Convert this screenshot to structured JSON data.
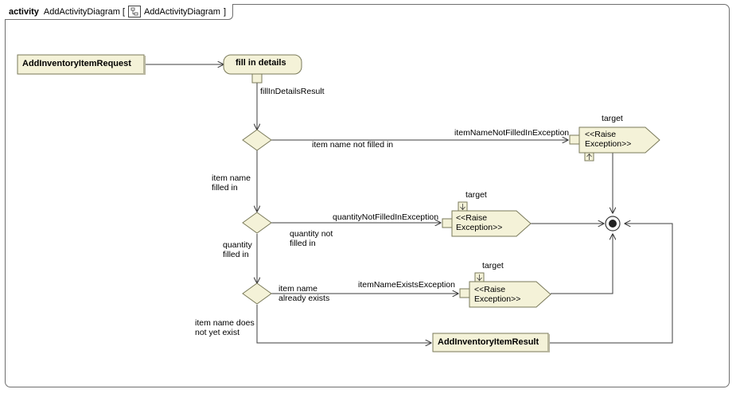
{
  "frame": {
    "keyword": "activity",
    "name": "AddActivityDiagram",
    "open": "[",
    "ref": "AddActivityDiagram",
    "close": "]"
  },
  "nodes": {
    "start_param": "AddInventoryItemRequest",
    "fill_action": "fill in details",
    "result_param": "AddInventoryItemResult",
    "raise1_line1": "<<Raise",
    "raise1_line2": "Exception>>",
    "raise2_line1": "<<Raise",
    "raise2_line2": "Exception>>",
    "raise3_line1": "<<Raise",
    "raise3_line2": "Exception>>"
  },
  "labels": {
    "fill_result": "fillInDetailsResult",
    "target1": "target",
    "target2": "target",
    "target3": "target",
    "name_not_filled_obj": "itemNameNotFilledInException",
    "name_not_filled_guard": "item name not filled in",
    "name_filled_l1": "item name",
    "name_filled_l2": "filled in",
    "qty_not_filled_obj": "quantityNotFilledInException",
    "qty_not_filled_l1": "quantity not",
    "qty_not_filled_l2": "filled in",
    "qty_filled_l1": "quantity",
    "qty_filled_l2": "filled in",
    "exists_l1": "item name",
    "exists_l2": "already exists",
    "exists_obj": "itemNameExistsException",
    "not_exists_l1": "item name does",
    "not_exists_l2": "not yet exist"
  },
  "colors": {
    "node_fill": "#f4f2d8",
    "node_border": "#7a7a5a",
    "line": "#3c3c3c",
    "frame_border": "#6f6f6f"
  },
  "icons": {
    "diagram": "diagram-reference-icon",
    "final": "flow-final-icon"
  }
}
